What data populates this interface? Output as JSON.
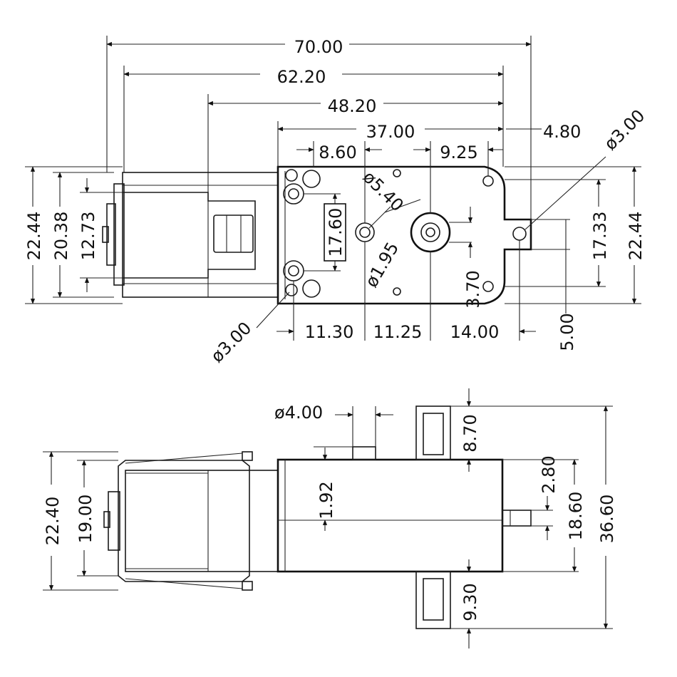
{
  "top_view": {
    "dimensions": {
      "overall_length": "70.00",
      "motor_to_body": "62.20",
      "gearbox_length": "48.20",
      "gearbox_body": "37.00",
      "tab_length": "4.80",
      "hole_to_shaft": "8.60",
      "shaft_offset": "9.25",
      "tab_hole_dia": "ø3.00",
      "boss_dia": "ø5.40",
      "pin_dia": "ø1.95",
      "mount_hole_dia": "ø3.00",
      "height_outer_left": "22.44",
      "height_inner": "20.38",
      "motor_height": "12.73",
      "hole_spacing": "17.60",
      "tab_spacing": "17.33",
      "height_outer_right": "22.44",
      "small_offset": "3.70",
      "tab_width": "5.00",
      "bottom_a": "11.30",
      "bottom_b": "11.25",
      "bottom_c": "14.00"
    }
  },
  "side_view": {
    "dimensions": {
      "shaft_dia": "ø4.00",
      "bracket_top": "8.70",
      "shaft_height": "2.80",
      "body_height": "18.60",
      "overall_height": "36.60",
      "bracket_bottom": "9.30",
      "motor_outer": "22.40",
      "motor_inner": "19.00",
      "offset": "1.92"
    }
  }
}
